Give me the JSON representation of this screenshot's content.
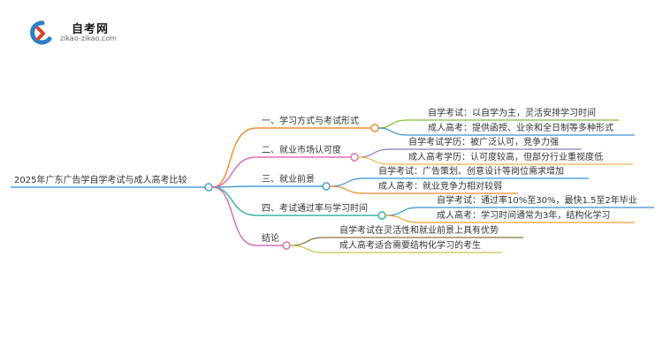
{
  "logo": {
    "title": "自考网",
    "url": "zikao-zikao.com"
  },
  "mindmap": {
    "root": "2025年广东广告学自学考试与成人高考比较",
    "branches": [
      {
        "label": "一、学习方式与考试形式",
        "color": "#f28b30",
        "children": [
          "自学考试：以自学为主，灵活安排学习时间",
          "成人高考：提供函授、业余和全日制等多种形式"
        ],
        "child_colors": [
          "#7bbf3a",
          "#3a8fd0"
        ]
      },
      {
        "label": "二、就业市场认可度",
        "color": "#e070b0",
        "children": [
          "自学考试学历：被广泛认可，竞争力强",
          "成人高考学历：认可度较高，但部分行业重视度低"
        ],
        "child_colors": [
          "#8a7ab8",
          "#e8b84a"
        ]
      },
      {
        "label": "三、就业前景",
        "color": "#4a9dd8",
        "children": [
          "自学考试：广告策划、创意设计等岗位需求增加",
          "成人高考：就业竞争力相对较弱"
        ],
        "child_colors": [
          "#3a8fd0",
          "#f28b30"
        ]
      },
      {
        "label": "四、考试通过率与学习时间",
        "color": "#3ab0a8",
        "children": [
          "自学考试：通过率10%至30%，最快1.5至2年毕业",
          "成人高考：学习时间通常为3年，结构化学习"
        ],
        "child_colors": [
          "#3a8fd0",
          "#f0a030"
        ]
      },
      {
        "label": "结论",
        "color": "#e070b0",
        "children": [
          "自学考试在灵活性和就业前景上具有优势",
          "成人高考适合需要结构化学习的考生"
        ],
        "child_colors": [
          "#8a7040",
          "#c8c050"
        ]
      }
    ]
  }
}
